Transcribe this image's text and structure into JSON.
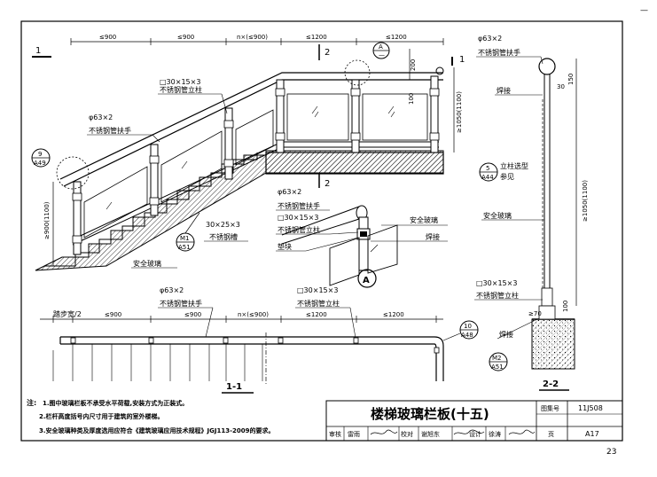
{
  "corner_mark": "—",
  "page_number": "23",
  "callouts": {
    "detail_A_ref": {
      "top": "A",
      "bottom": "—"
    },
    "ref_9_A49": {
      "top": "9",
      "bottom": "A49"
    },
    "ref_M1_A51": {
      "top": "M1",
      "bottom": "A51"
    },
    "ref_5_A44": {
      "top": "5",
      "bottom": "A44"
    },
    "ref_10_A48": {
      "top": "10",
      "bottom": "A48"
    },
    "ref_M2_A51": {
      "top": "M2",
      "bottom": "A51"
    },
    "detail_A_label": "A"
  },
  "elevation": {
    "dims_top": [
      "≤900",
      "≤900",
      "n×(≤900)",
      "≤1200",
      "≤1200"
    ],
    "dim_200": "200",
    "dim_100": "100",
    "dim_1050": "≥1050(1100)",
    "dim_900": "≥900(1100)",
    "section_marks": [
      "1",
      "1",
      "2",
      "2"
    ],
    "labels": {
      "post_spec": "□30×15×3",
      "post_name": "不锈钢管立柱",
      "rail_spec": "φ63×2",
      "rail_name": "不锈钢管扶手",
      "bar_spec": "30×25×3",
      "bar_name": "不锈钢槽",
      "glass": "安全玻璃"
    }
  },
  "detail_A": {
    "rail_spec": "φ63×2",
    "rail_name": "不锈钢管扶手",
    "post_spec": "□30×15×3",
    "post_name": "不锈钢管立柱",
    "block": "垫块",
    "glass": "安全玻璃",
    "weld": "焊接"
  },
  "section_2_2": {
    "rail_spec": "φ63×2",
    "rail_name": "不锈钢管扶手",
    "weld_top": "焊接",
    "dim_30": "30",
    "dim_150": "150",
    "dim_height": "≥1050(1100)",
    "post_form_1": "立柱选型",
    "post_form_2": "参见",
    "glass": "安全玻璃",
    "post_spec": "□30×15×3",
    "post_name": "不锈钢管立柱",
    "dim_100": "100",
    "dim_70": "≥70",
    "weld_bottom": "焊接",
    "title": "2-2"
  },
  "plan_1_1": {
    "step_half": "踏步宽/2",
    "dims": [
      "≤900",
      "≤900",
      "n×(≤900)",
      "≤1200",
      "≤1200"
    ],
    "rail_spec": "φ63×2",
    "rail_name": "不锈钢管扶手",
    "post_spec": "□30×15×3",
    "post_name": "不锈钢管立柱",
    "title": "1-1"
  },
  "notes": {
    "lead": "注:",
    "items": [
      "1.图中玻璃栏板不承受水平荷载,安装方式为正装式。",
      "2.栏杆高度括号内尺寸用于建筑的室外楼梯。",
      "3.安全玻璃种类及厚度选用应符合《建筑玻璃应用技术规程》JGJ113-2009的要求。"
    ]
  },
  "title_block": {
    "title": "楼梯玻璃栏板(十五)",
    "atlas_label": "图集号",
    "atlas_no": "11J508",
    "page_label": "页",
    "page_no": "A17",
    "review": "审核",
    "reviewer": "雷雨",
    "proof": "校对",
    "proofer": "谢旭东",
    "design": "设计",
    "designer": "徐涛"
  }
}
